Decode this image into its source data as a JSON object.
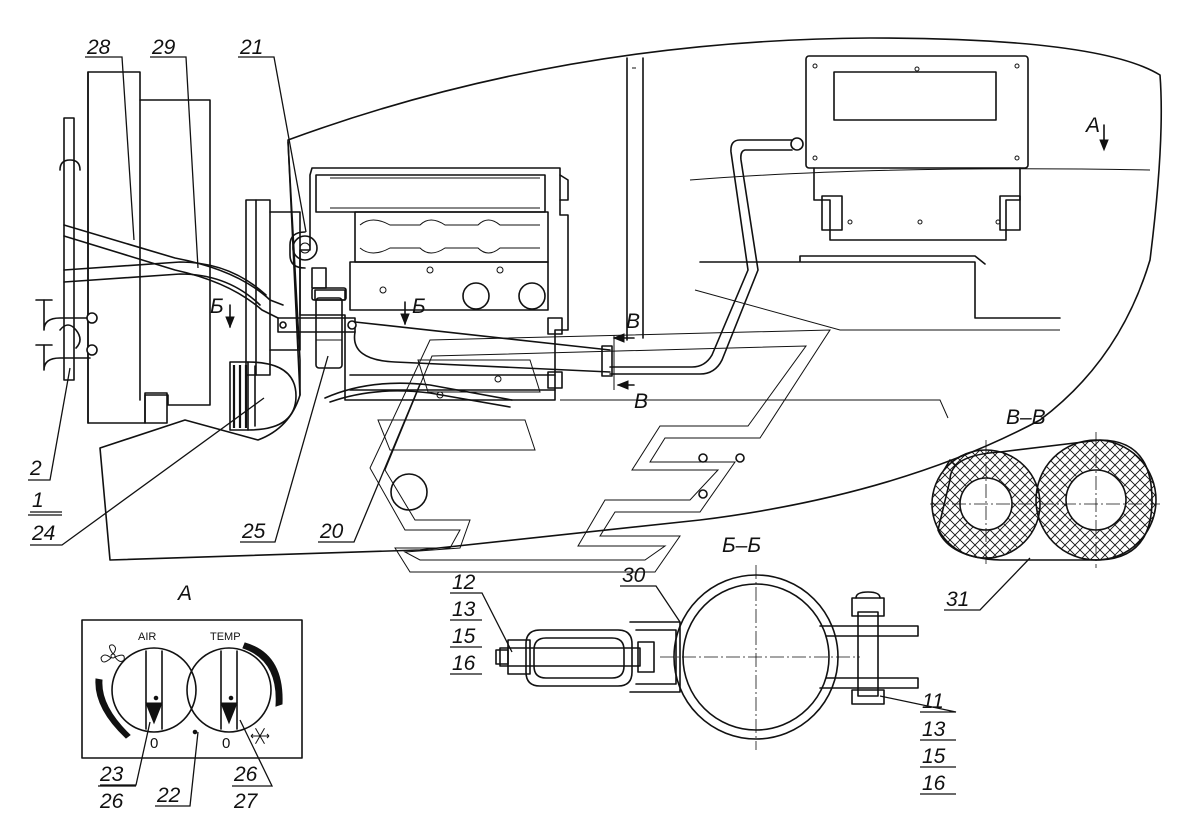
{
  "callouts": {
    "c28": "28",
    "c29": "29",
    "c21": "21",
    "c2": "2",
    "c1": "1",
    "c24": "24",
    "c25": "25",
    "c20": "20",
    "c12": "12",
    "c13a": "13",
    "c15a": "15",
    "c16a": "16",
    "c30": "30",
    "c11": "11",
    "c13b": "13",
    "c15b": "15",
    "c16b": "16",
    "c31": "31",
    "c22": "22",
    "c23": "23",
    "c26a": "26",
    "c26b": "26",
    "c27": "27"
  },
  "views": {
    "view_a_marker": "А",
    "view_a_title": "А",
    "section_b_mark_left": "Б",
    "section_b_mark_right": "Б",
    "section_v_mark_top": "В",
    "section_v_mark_bottom": "В",
    "section_bb_title": "Б–Б",
    "section_vv_title": "В–В"
  },
  "control_panel": {
    "air_label": "AIR",
    "temp_label": "TEMP",
    "air_zero": "0",
    "temp_zero": "0"
  }
}
